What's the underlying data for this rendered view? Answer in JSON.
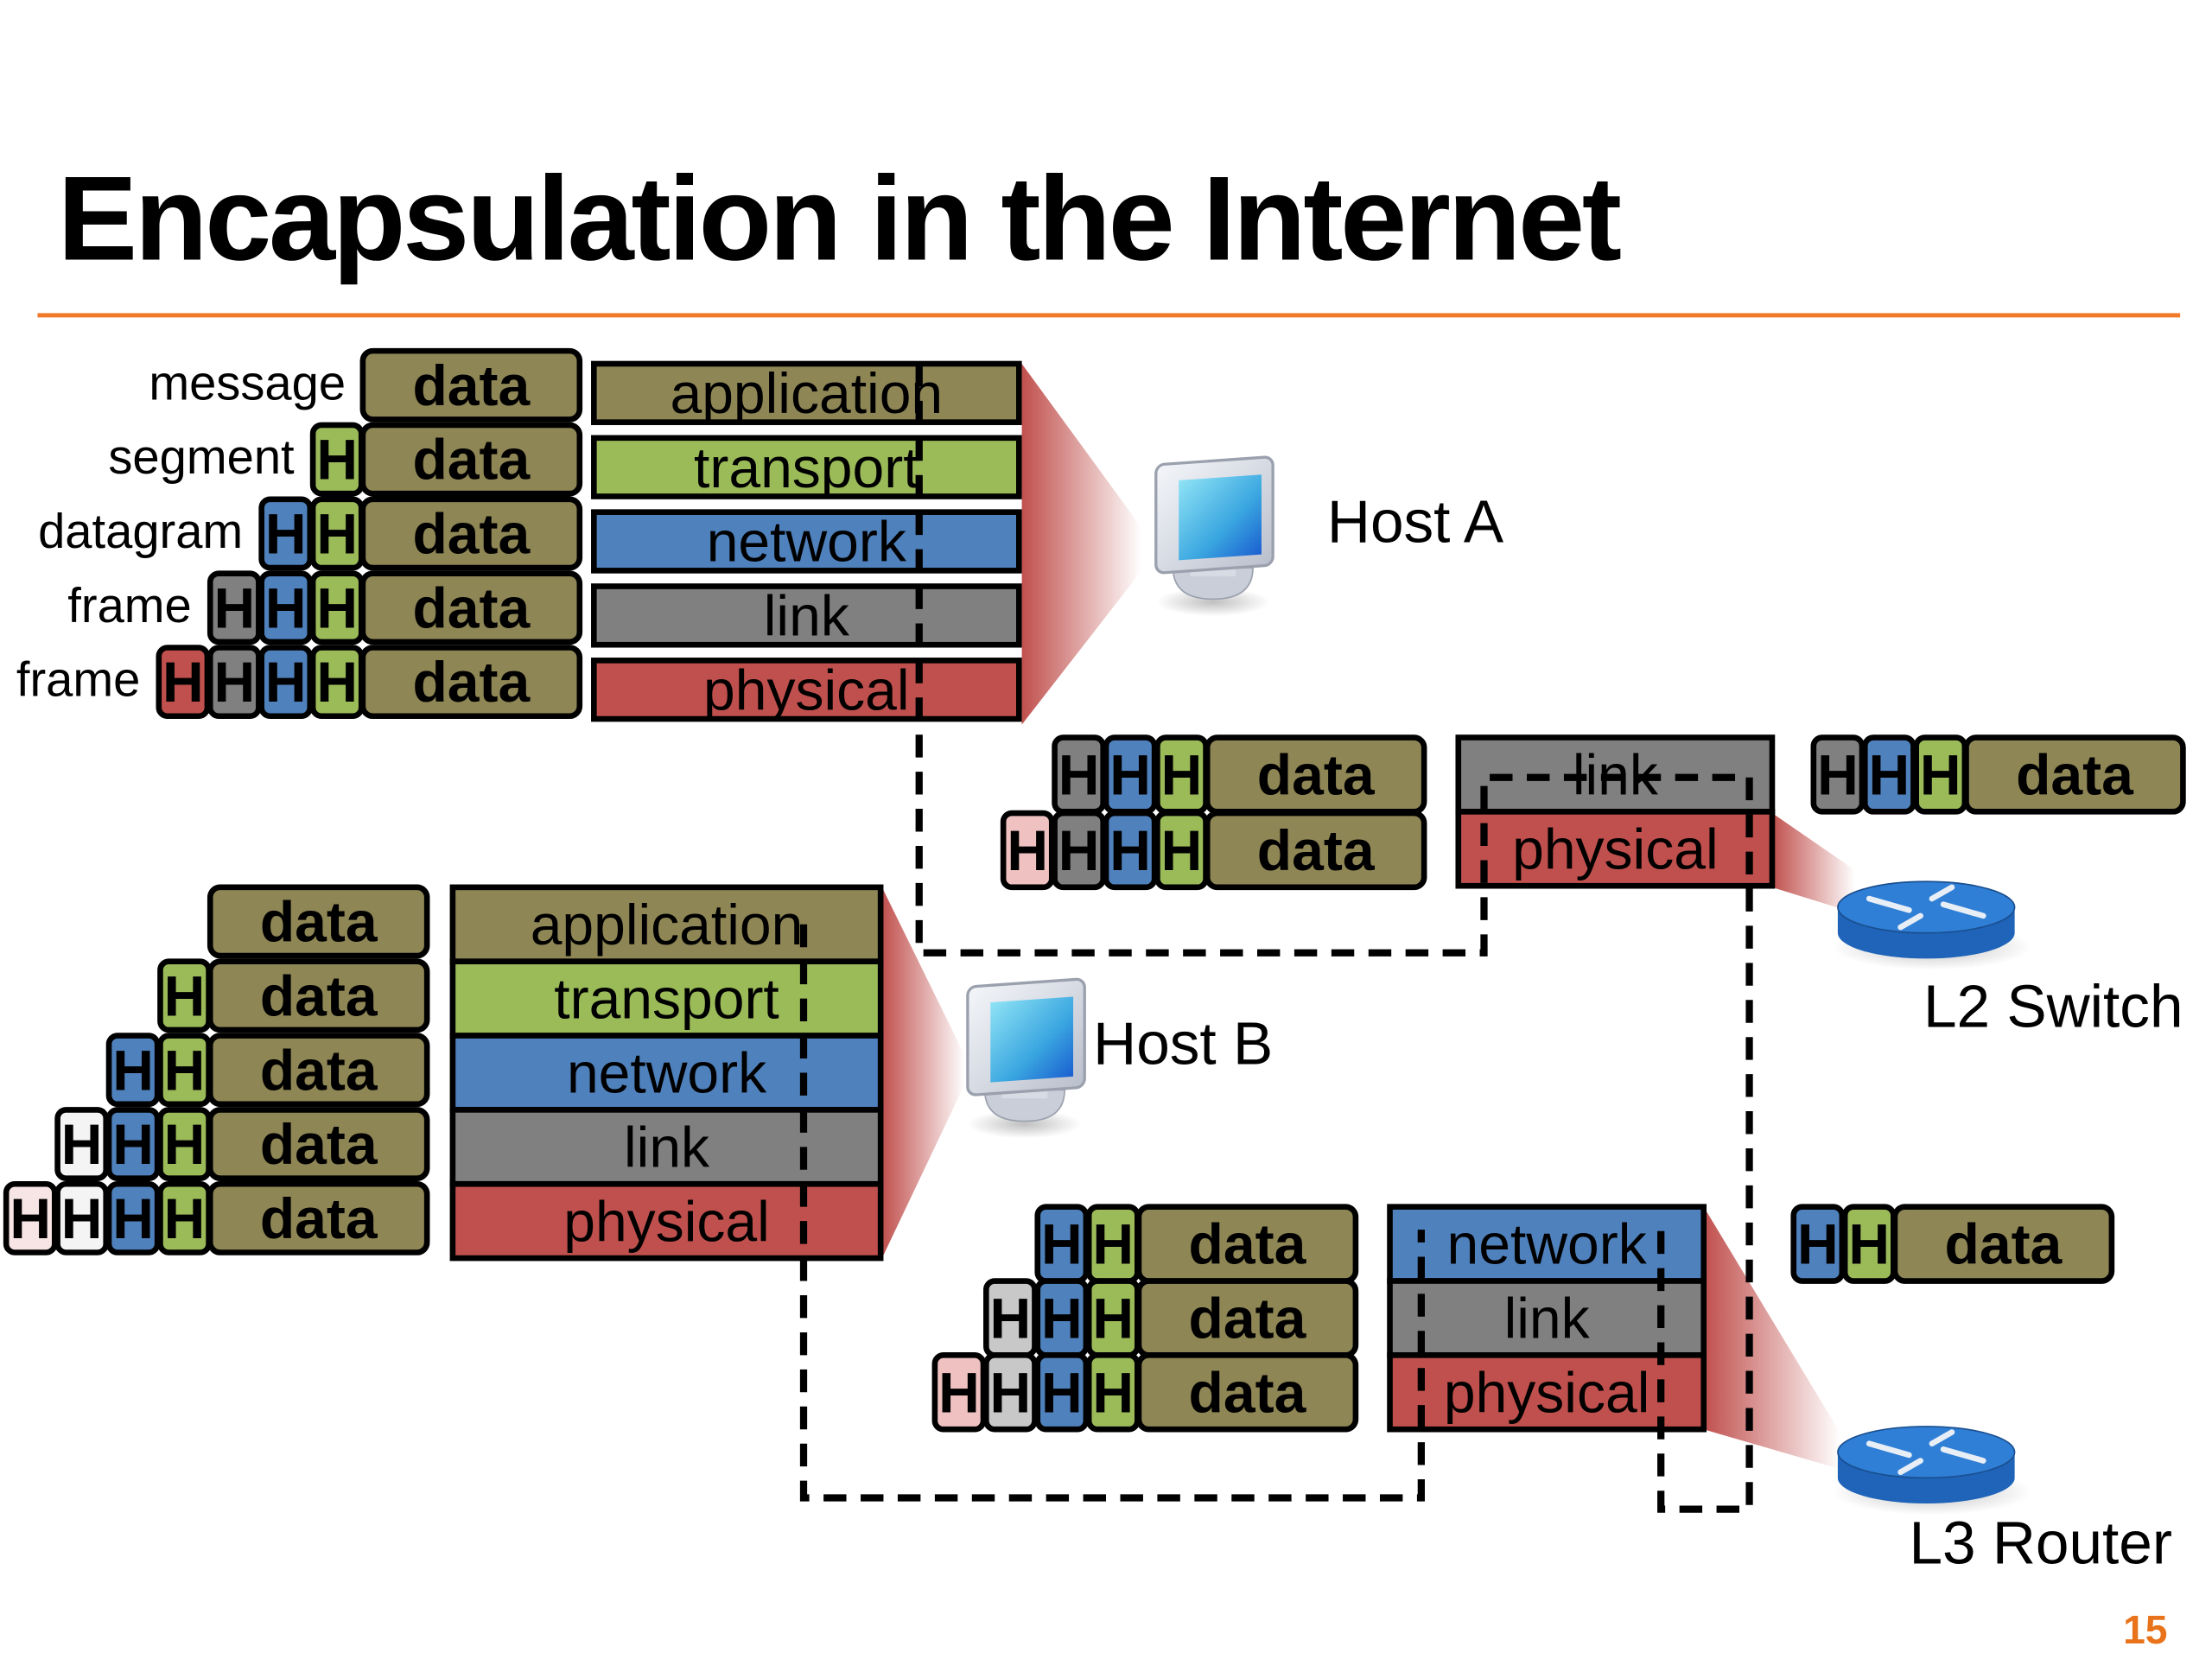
{
  "title": "Encapsulation in the Internet",
  "page_number": "15",
  "colors": {
    "accent_rule": "#f07a2a",
    "data": "#8f8655",
    "application": "#8f8655",
    "transport": "#9bbb59",
    "network": "#4f81bd",
    "link": "#808080",
    "physical": "#c0504d",
    "link_pale": "#c8c8c8",
    "physical_pale": "#efc1c0",
    "link_white": "#f4f4f4",
    "physical_white": "#f7e4e4"
  },
  "host_a": {
    "label": "Host A",
    "pdu_labels": [
      "message",
      "segment",
      "datagram",
      "frame",
      "frame"
    ],
    "data_label": "data",
    "header_label": "H",
    "layers": [
      "application",
      "transport",
      "network",
      "link",
      "physical"
    ]
  },
  "switch": {
    "label": "L2 Switch",
    "layers": [
      "link",
      "physical"
    ],
    "data_label": "data",
    "header_label": "H"
  },
  "host_b": {
    "label": "Host B",
    "data_label": "data",
    "header_label": "H",
    "layers": [
      "application",
      "transport",
      "network",
      "link",
      "physical"
    ]
  },
  "router": {
    "label": "L3 Router",
    "layers": [
      "network",
      "link",
      "physical"
    ],
    "data_label": "data",
    "header_label": "H"
  }
}
